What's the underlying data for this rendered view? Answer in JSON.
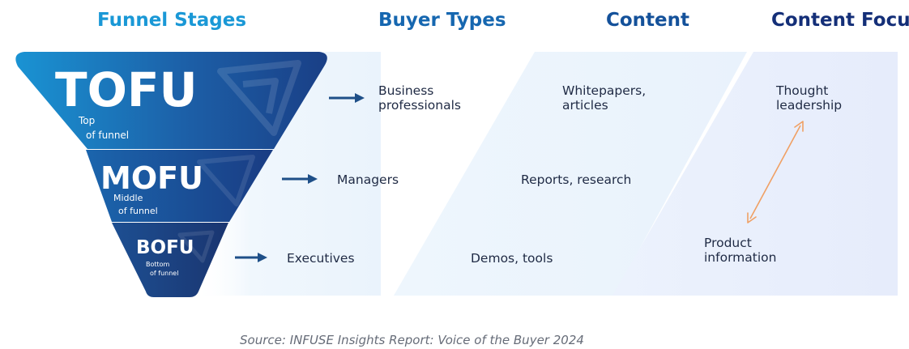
{
  "headers": {
    "funnel_stages": "Funnel Stages",
    "buyer_types": "Buyer Types",
    "content": "Content",
    "content_focus": "Content Focus"
  },
  "colors": {
    "funnel_stages": "#1a98d6",
    "buyer_types": "#1667b0",
    "content": "#14519a",
    "content_focus": "#142f78",
    "arrow": "#1e4f88",
    "double_arrow": "#f0a064"
  },
  "stages": [
    {
      "abbr": "TOFU",
      "sub1": "Top",
      "sub2": "of funnel",
      "buyer": "Business professionals",
      "buyer_l1": "Business",
      "buyer_l2": "professionals",
      "content_l1": "Whitepapers,",
      "content_l2": "articles"
    },
    {
      "abbr": "MOFU",
      "sub1": "Middle",
      "sub2": "of funnel",
      "buyer": "Managers",
      "content": "Reports, research"
    },
    {
      "abbr": "BOFU",
      "sub1": "Bottom",
      "sub2": "of funnel",
      "buyer": "Executives",
      "content": "Demos, tools"
    }
  ],
  "focus": {
    "top_l1": "Thought",
    "top_l2": "leadership",
    "bottom_l1": "Product",
    "bottom_l2": "information"
  },
  "source": "Source: INFUSE Insights Report: Voice of the Buyer 2024"
}
